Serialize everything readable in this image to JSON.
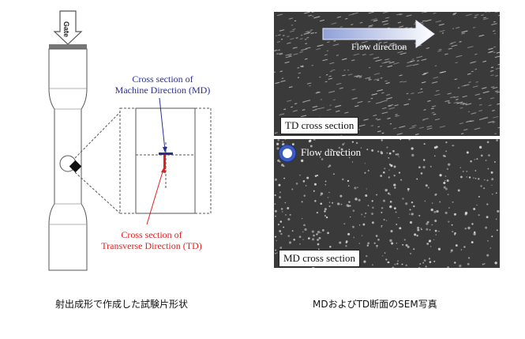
{
  "diagram": {
    "gate_label": "Gate",
    "md_label_line1": "Cross section of",
    "md_label_line2": "Machine Direction (MD)",
    "td_label_line1": "Cross section of",
    "td_label_line2": "Transverse Direction (TD)",
    "caption": "射出成形で作成した試験片形状"
  },
  "sem": {
    "top_flow_label": "Flow direction",
    "top_section_label": "TD cross section",
    "bottom_flow_label": "Flow direction",
    "bottom_section_label": "MD cross section",
    "caption": "MDおよびTD断面のSEM写真"
  },
  "colors": {
    "md_blue": "#2a2f8f",
    "td_red": "#e02020",
    "sem_gray": "#3a3a3a",
    "flow_circle_blue": "#3a5bbf"
  }
}
